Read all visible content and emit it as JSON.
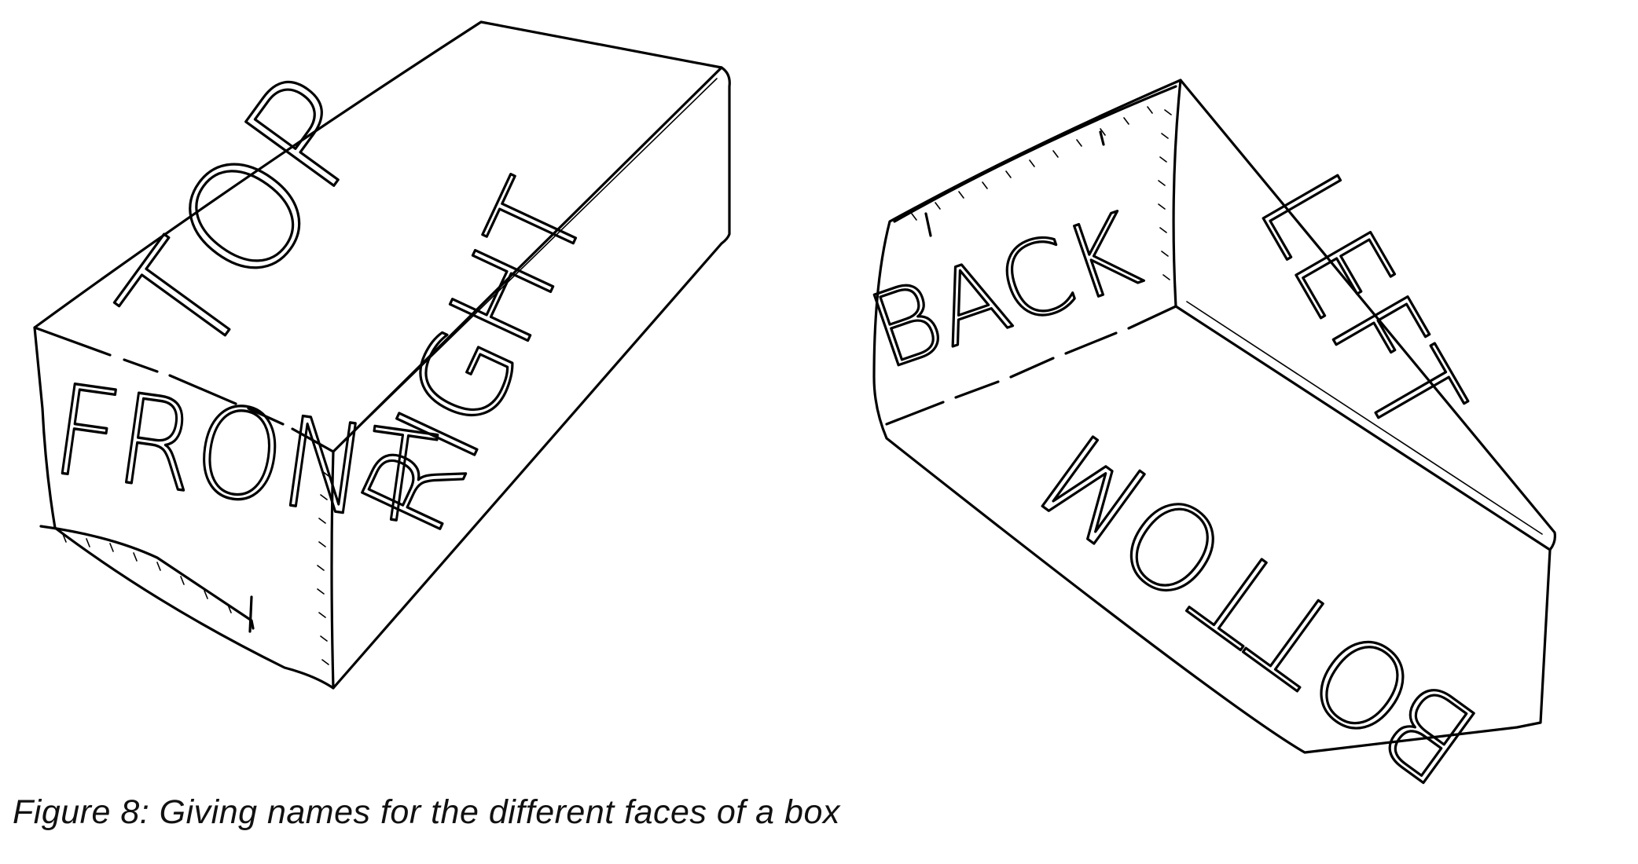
{
  "caption": "Figure 8:  Giving names for the different faces of a box",
  "box_left": {
    "labels": {
      "top": "TOP",
      "front": "FRONT",
      "right": "RIGHT"
    }
  },
  "box_right": {
    "labels": {
      "back": "BACK",
      "left": "LEFT",
      "bottom": "BOTTOM"
    }
  },
  "colors": {
    "ink": "#000000",
    "paper": "#ffffff"
  }
}
